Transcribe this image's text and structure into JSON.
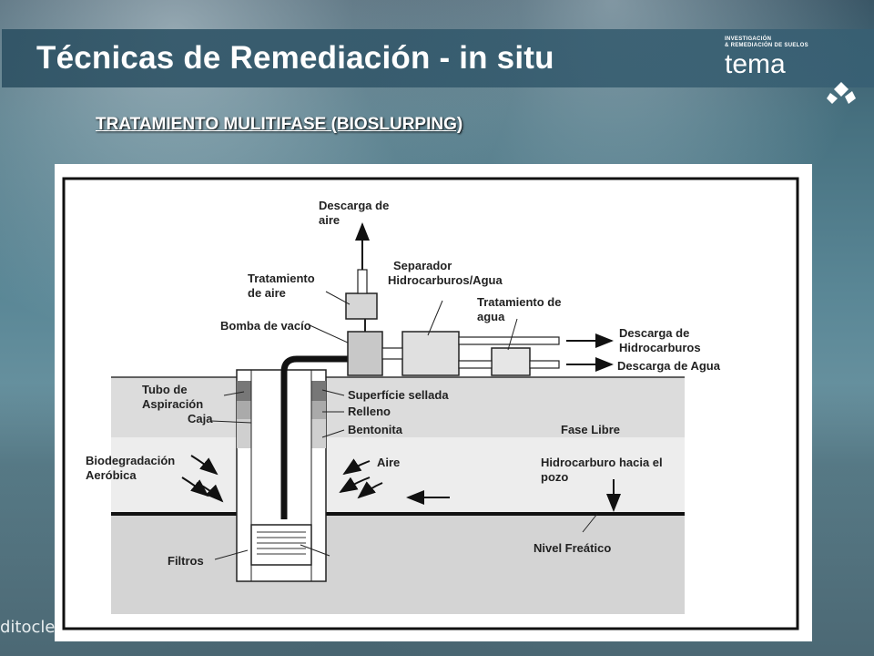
{
  "slide": {
    "title": "Técnicas de Remediación - in situ",
    "subtitle": "TRATAMIENTO MULITIFASE (BIOSLURPING)",
    "logo": {
      "line1": "INVESTIGACIÓN",
      "line2": "& REMEDIACIÓN DE SUELOS",
      "word": "tema",
      "mark_icon": "tema-leaf-icon"
    },
    "footer_text": "ditocle"
  },
  "diagram": {
    "labels": {
      "descarga_aire_1": "Descarga de",
      "descarga_aire_2": "aire",
      "tratamiento_aire_1": "Tratamiento",
      "tratamiento_aire_2": "de aire",
      "separador_1": "Separador",
      "separador_2": "Hidrocarburos/Agua",
      "tratamiento_agua_1": "Tratamiento de",
      "tratamiento_agua_2": "agua",
      "bomba": "Bomba de vacío",
      "descarga_hc_1": "Descarga de",
      "descarga_hc_2": "Hidrocarburos",
      "descarga_agua": "Descarga de Agua",
      "tubo_1": "Tubo de",
      "tubo_2": "Aspiración",
      "caja": "Caja",
      "superficie": "Superfície sellada",
      "relleno": "Relleno",
      "bentonita": "Bentonita",
      "fase_libre": "Fase Libre",
      "biodeg_1": "Biodegradación",
      "biodeg_2": "Aeróbica",
      "aire": "Aire",
      "hc_pozo_1": "Hidrocarburo hacia el",
      "hc_pozo_2": "pozo",
      "filtros": "Filtros",
      "nivel": "Nivel Freático"
    }
  }
}
